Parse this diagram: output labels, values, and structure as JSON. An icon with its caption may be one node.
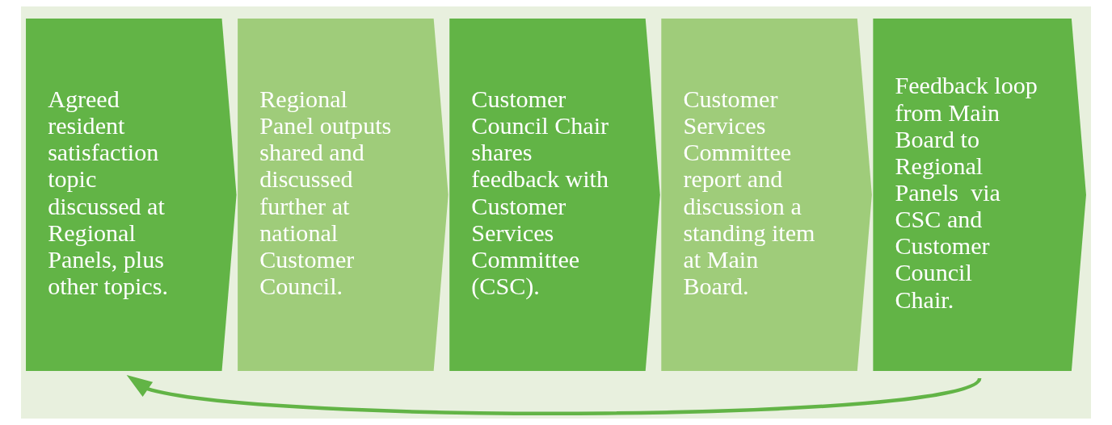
{
  "diagram": {
    "nodes": [
      {
        "text": [
          "Agreed resident satisfaction topic discussed at Regional Panels, plus other topics."
        ]
      },
      {
        "text": [
          "Regional Panel outputs shared and discussed further at national Customer Council."
        ]
      },
      {
        "text": [
          "Customer Council Chair shares feedback with Customer Services Committee (CSC)."
        ]
      },
      {
        "text": [
          "Customer Services Committee report and discussion a standing item at Main Board."
        ]
      },
      {
        "text": [
          "Feedback loop from Main Board to Regional Panels  via CSC and Customer Council Chair."
        ]
      }
    ],
    "edges": [
      {
        "from": 4,
        "to": 0,
        "arrow": "to"
      }
    ]
  }
}
